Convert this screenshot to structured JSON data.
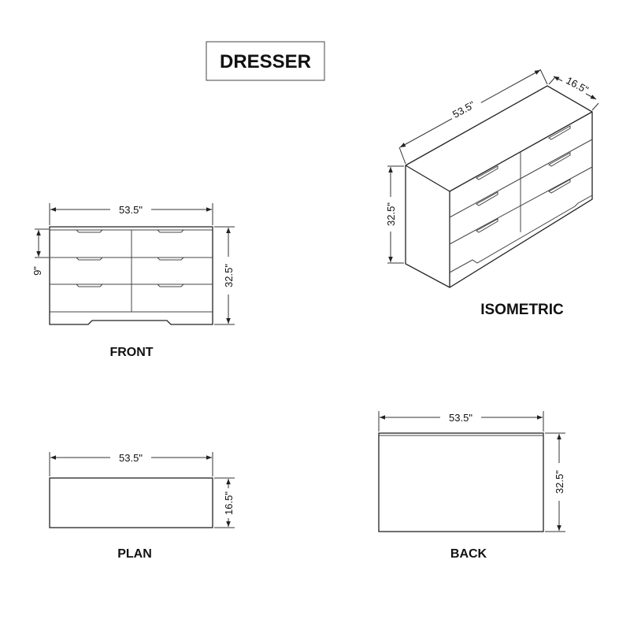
{
  "title": "DRESSER",
  "views": {
    "front": {
      "label": "FRONT",
      "width": "53.5\"",
      "height": "32.5\"",
      "drawer_height": "9\""
    },
    "isometric": {
      "label": "ISOMETRIC",
      "width": "53.5\"",
      "depth": "16.5\"",
      "height": "32.5\""
    },
    "plan": {
      "label": "PLAN",
      "width": "53.5\"",
      "depth": "16.5\""
    },
    "back": {
      "label": "BACK",
      "width": "53.5\"",
      "height": "32.5\""
    }
  }
}
